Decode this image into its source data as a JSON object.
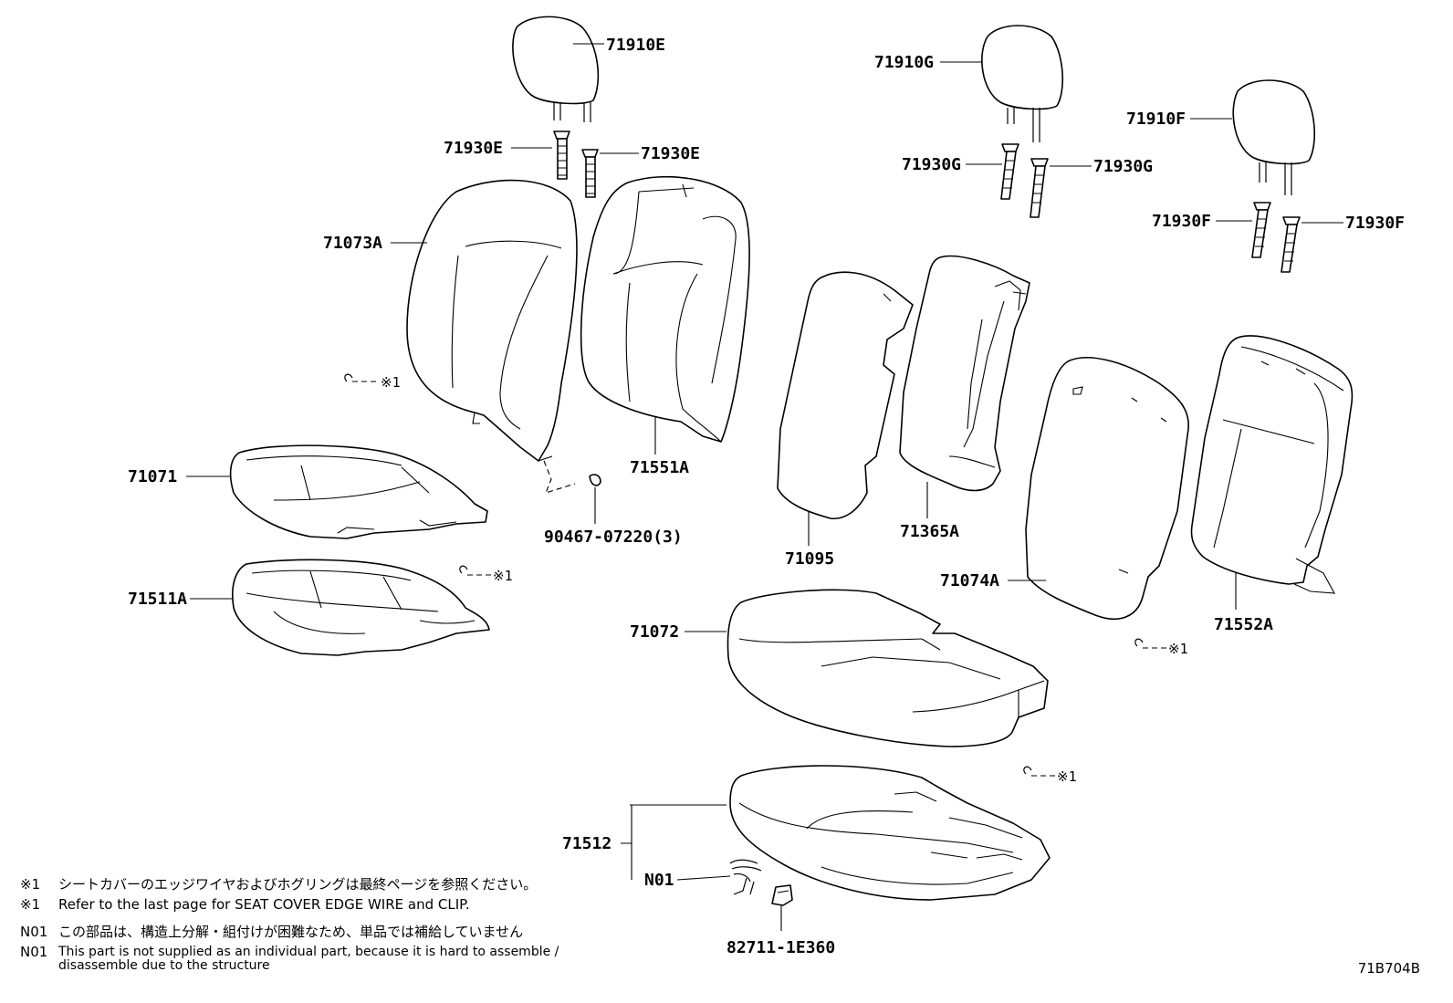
{
  "labels": {
    "headrest_e": "71910E",
    "guide_e_left": "71930E",
    "guide_e_right": "71930E",
    "headrest_g": "71910G",
    "guide_g_left": "71930G",
    "guide_g_right": "71930G",
    "headrest_f": "71910F",
    "guide_f_left": "71930F",
    "guide_f_right": "71930F",
    "back_cover_front": "71073A",
    "back_pad_front": "71551A",
    "cushion_cover_front": "71071",
    "cushion_pad_front": "71511A",
    "clip": "90467-07220(3)",
    "back_cover_rear_left": "71095",
    "back_pad_rear_left": "71365A",
    "back_cover_rear_right": "71074A",
    "back_pad_rear_right": "71552A",
    "cushion_cover_rear": "71072",
    "cushion_pad_rear": "71512",
    "harness": "N01",
    "connector": "82711-1E360",
    "ref_mark": "※1"
  },
  "notes": [
    {
      "key": "※1",
      "text": "シートカバーのエッジワイヤおよびホグリングは最終ページを参照ください。"
    },
    {
      "key": "※1",
      "text": "Refer to the last page for SEAT COVER EDGE WIRE and CLIP."
    },
    {
      "key": "N01",
      "text": "この部品は、構造上分解・組付けが困難なため、単品では補給していません"
    },
    {
      "key": "N01",
      "text": "This part is not supplied as an individual part, because it is hard to assemble /"
    },
    {
      "key": "",
      "text": "disassemble due to the structure"
    }
  ],
  "diagram_code": "71B704B"
}
